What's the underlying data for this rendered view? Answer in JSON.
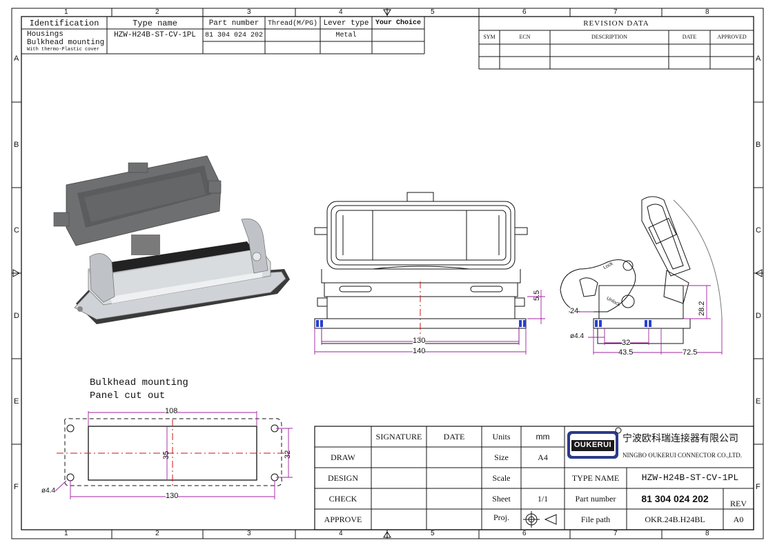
{
  "frame": {
    "cols_top": [
      "1",
      "2",
      "3",
      "4",
      "5",
      "6",
      "7",
      "8"
    ],
    "cols_bottom": [
      "1",
      "2",
      "3",
      "4",
      "5",
      "6",
      "7",
      "8"
    ],
    "rows_left": [
      "A",
      "B",
      "C",
      "D",
      "E",
      "F"
    ],
    "rows_right": [
      "A",
      "B",
      "C",
      "D",
      "E",
      "F"
    ]
  },
  "ident_table": {
    "headers": [
      "Identification",
      "Type name",
      "Part number",
      "Thread(M/PG)",
      "Lever type",
      "Your Choice"
    ],
    "row1": {
      "identification_line1": "Housings",
      "identification_line2": "Bulkhead mounting",
      "identification_line3": "With thermo-Plastic cover",
      "type_name": "HZW-H24B-ST-CV-1PL",
      "part_number": "81 304 024 202",
      "thread": "",
      "lever_type": "Metal",
      "your_choice": ""
    }
  },
  "revision_table": {
    "title": "REVISION DATA",
    "headers": [
      "SYM",
      "ECN",
      "DESCRIPTION",
      "DATE",
      "APPROVED"
    ]
  },
  "front_view": {
    "dim_130": "130",
    "dim_140": "140",
    "dim_5_5": "5.5"
  },
  "side_view": {
    "dim_24": "24",
    "dim_28_2": "28.2",
    "dim_dia": "ø4.4",
    "dim_32": "32",
    "dim_43_5": "43.5",
    "dim_72_5": "72.5",
    "lock_label": "Lock",
    "unlock_label": "Unlock"
  },
  "panel_cutout": {
    "title_line1": "Bulkhead mounting",
    "title_line2": "Panel cut out",
    "dim_108": "108",
    "dim_35": "35",
    "dim_32": "32",
    "dim_130": "130",
    "dim_dia": "ø4.4"
  },
  "title_block": {
    "signature_header": "SIGNATURE",
    "date_header": "DATE",
    "roles": [
      "DRAW",
      "DESIGN",
      "CHECK",
      "APPROVE"
    ],
    "units_label": "Units",
    "units_value": "mm",
    "size_label": "Size",
    "size_value": "A4",
    "scale_label": "Scale",
    "scale_value": "",
    "sheet_label": "Sheet",
    "sheet_value": "1/1",
    "proj_label": "Proj.",
    "logo_text": "OUKERUI",
    "company_cn": "宁波欧科瑞连接器有限公司",
    "company_en": "NINGBO OUKERUI CONNECTOR CO.,LTD.",
    "type_name_label": "TYPE NAME",
    "type_name_value": "HZW-H24B-ST-CV-1PL",
    "part_number_label": "Part number",
    "part_number_value": "81 304 024 202",
    "rev_label": "REV",
    "file_path_label": "File path",
    "file_path_value": "OKR.24B.H24BL",
    "rev_value": "A0"
  },
  "colors": {
    "dimension": "#a020a0",
    "centerline": "#d01010",
    "seal": "#2a3fd0",
    "line": "#111111"
  }
}
